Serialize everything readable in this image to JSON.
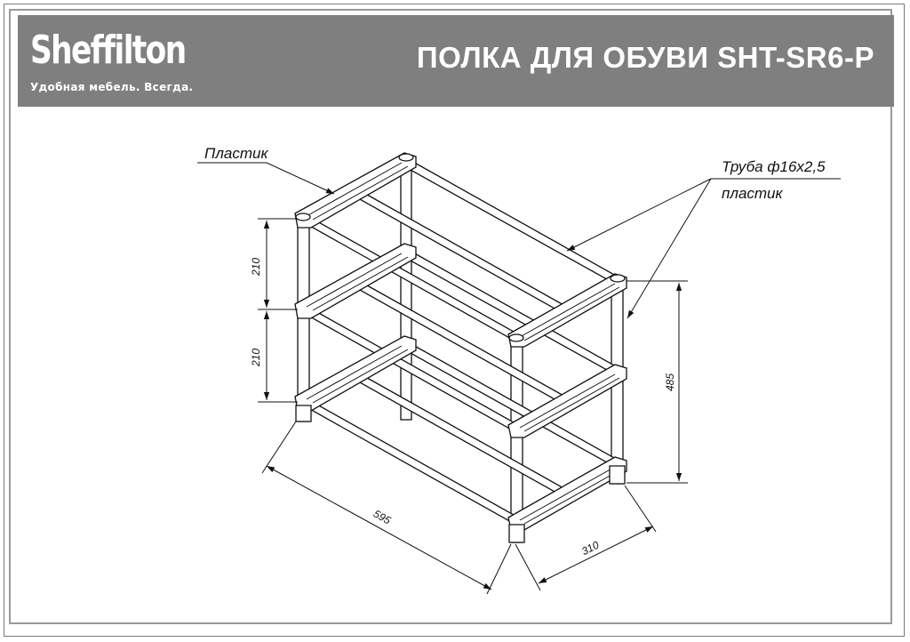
{
  "header": {
    "brand": "Sheffilton",
    "slogan": "Удобная мебель. Всегда.",
    "title": "ПОЛКА ДЛЯ ОБУВИ SHT-SR6-P"
  },
  "callouts": {
    "plastic_left": "Пластик",
    "tube": "Труба ф16х2,5",
    "plastic_right": "пластик"
  },
  "dimensions": {
    "height_upper": "210",
    "height_lower": "210",
    "height_total": "485",
    "length": "595",
    "depth": "310"
  },
  "colors": {
    "header_bg": "#7f7f7f",
    "line": "#111111"
  }
}
